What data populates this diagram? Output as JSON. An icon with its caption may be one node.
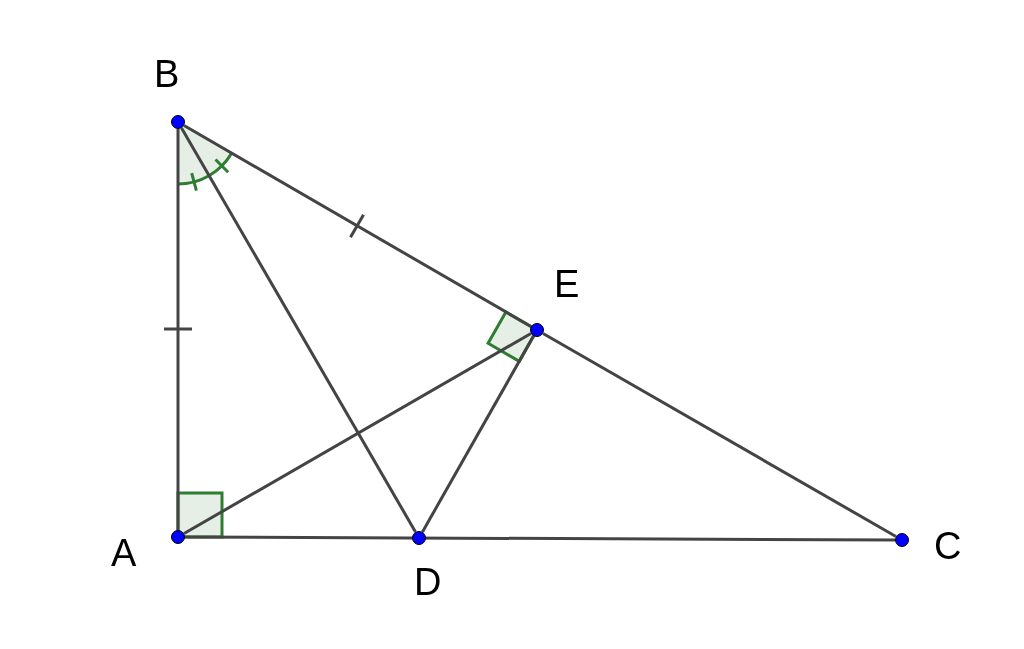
{
  "diagram": {
    "nodes": [
      {
        "text": [
          "B"
        ]
      },
      {
        "text": [
          "E"
        ]
      },
      {
        "text": [
          "A"
        ]
      },
      {
        "text": [
          "D"
        ]
      },
      {
        "text": [
          "C"
        ]
      }
    ],
    "edges": [
      {
        "from": 0,
        "to": 2,
        "arrow": "none"
      },
      {
        "from": 0,
        "to": 1,
        "arrow": "none"
      },
      {
        "from": 1,
        "to": 4,
        "arrow": "none"
      },
      {
        "from": 2,
        "to": 4,
        "arrow": "none"
      },
      {
        "from": 0,
        "to": 3,
        "arrow": "none"
      },
      {
        "from": 2,
        "to": 1,
        "arrow": "none"
      },
      {
        "from": 3,
        "to": 1,
        "arrow": "none"
      }
    ]
  }
}
